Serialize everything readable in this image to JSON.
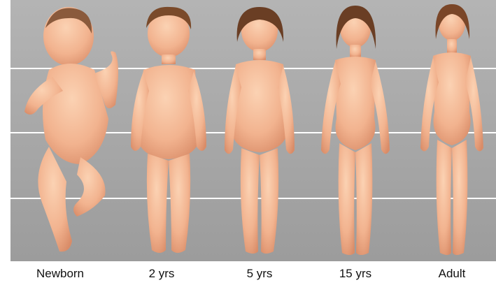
{
  "figure": {
    "background_color": "#a8a8a8",
    "gridline_color": "#ffffff",
    "skin_color": "#f2b38f",
    "stages": [
      {
        "label": "Newborn"
      },
      {
        "label": "2 yrs"
      },
      {
        "label": "5 yrs"
      },
      {
        "label": "15 yrs"
      },
      {
        "label": "Adult"
      }
    ]
  }
}
